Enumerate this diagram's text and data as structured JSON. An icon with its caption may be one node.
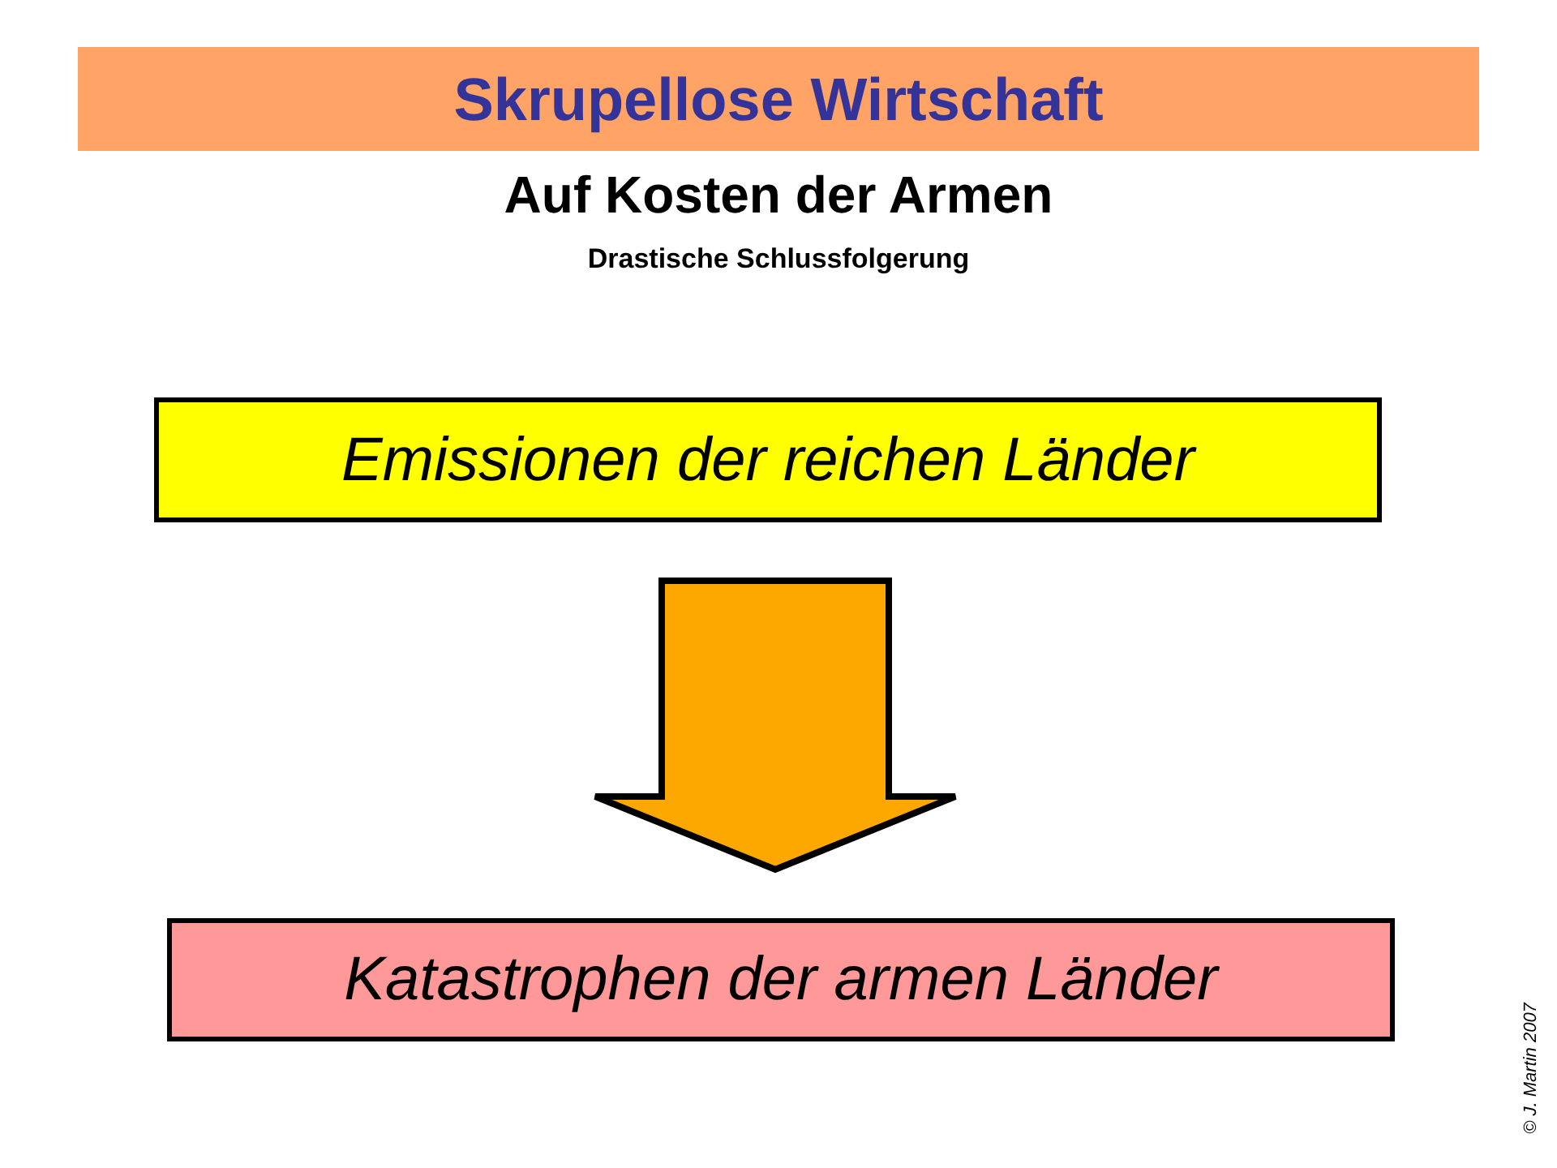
{
  "diagram": {
    "title": "Skrupellose Wirtschaft",
    "nodes": [
      {
        "text": [
          "Emissionen der reichen Länder"
        ]
      },
      {
        "text": [
          "Katastrophen der armen Länder"
        ]
      }
    ],
    "edges": [
      {
        "from": 0,
        "to": 1,
        "arrow": "to",
        "style": "thick"
      }
    ],
    "labels": [
      "Auf Kosten der Armen",
      "Drastische Schlussfolgerung",
      "© J. Martin 2007"
    ]
  }
}
